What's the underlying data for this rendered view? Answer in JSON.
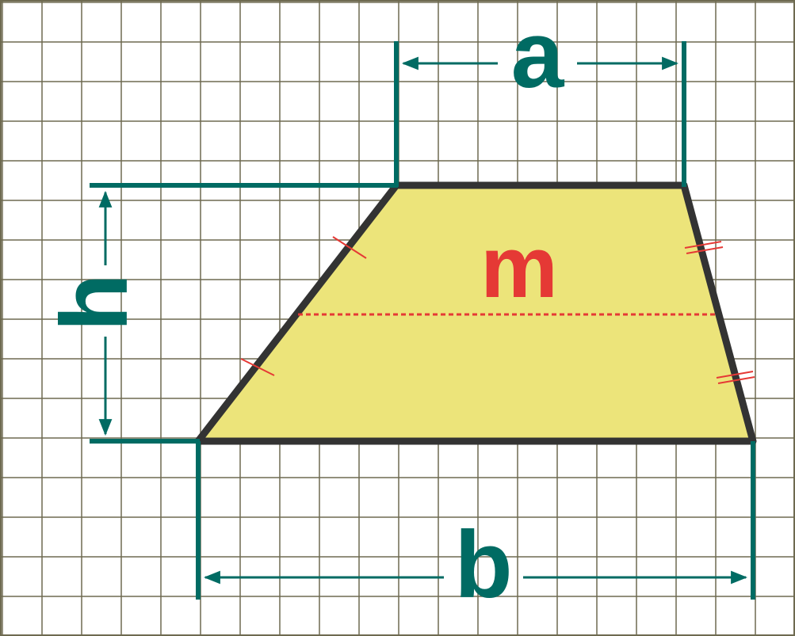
{
  "labels": {
    "top_base": "a",
    "bottom_base": "b",
    "height": "h",
    "midline": "m"
  },
  "colors": {
    "grid_line": "#6e6a50",
    "background": "#ffffff",
    "trapezoid_fill": "#ece47a",
    "trapezoid_stroke": "#333333",
    "dimension": "#006b63",
    "midline": "#e53935",
    "tick_marks": "#e53935"
  }
}
